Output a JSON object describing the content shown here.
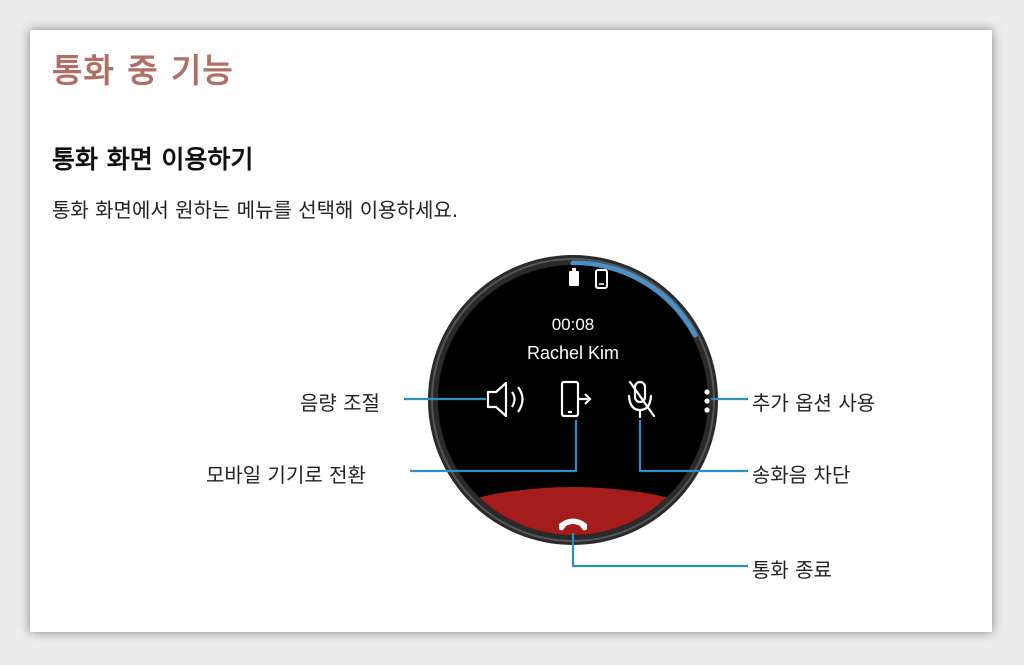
{
  "header": {
    "section_title": "통화 중 기능",
    "sub_title": "통화 화면 이용하기",
    "description": "통화 화면에서 원하는 메뉴를 선택해 이용하세요."
  },
  "watch": {
    "call_time": "00:08",
    "caller_name": "Rachel Kim",
    "status_icons": [
      "battery-icon",
      "phone-icon"
    ],
    "control_icons": [
      "speaker-icon",
      "transfer-to-phone-icon",
      "mute-microphone-icon",
      "more-options-icon",
      "end-call-icon"
    ],
    "progress_fraction": 0.12
  },
  "callouts": {
    "volume": "음량 조절",
    "transfer": "모바일 기기로 전환",
    "more_options": "추가 옵션 사용",
    "mute": "송화음 차단",
    "end_call": "통화 종료"
  },
  "colors": {
    "section_title": "#b06e66",
    "leader_line": "#2f8ec4",
    "end_call_area": "#a51c1c",
    "progress_arc": "#4a90c8"
  }
}
